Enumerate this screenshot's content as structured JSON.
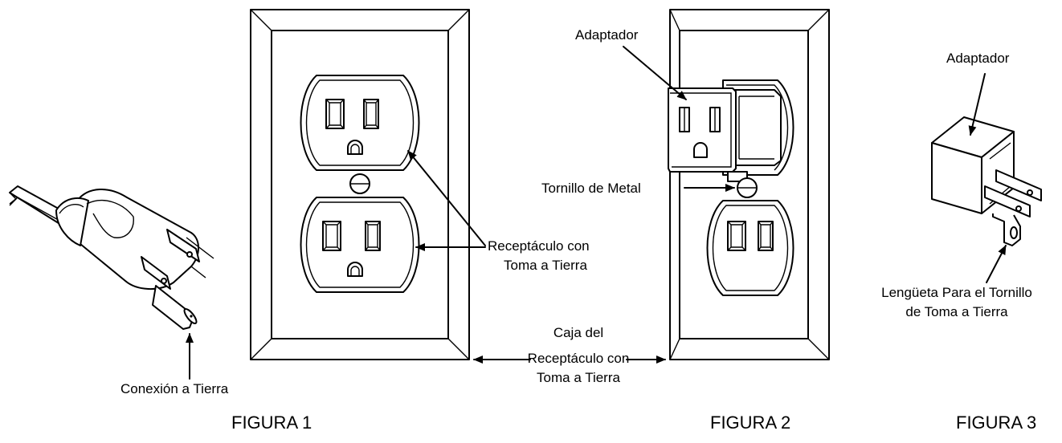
{
  "figures": {
    "fig1": {
      "caption": "FIGURA 1"
    },
    "fig2": {
      "caption": "FIGURA 2"
    },
    "fig3": {
      "caption": "FIGURA 3"
    }
  },
  "labels": {
    "ground_connection": "Conexión a Tierra",
    "grounded_receptacle_line1": "Receptáculo con",
    "grounded_receptacle_line2": "Toma a Tierra",
    "box_line1": "Caja del",
    "box_line2": "Receptáculo con",
    "box_line3": "Toma a Tierra",
    "adapter_fig2": "Adaptador",
    "metal_screw": "Tornillo de Metal",
    "adapter_fig3": "Adaptador",
    "tab_line1": "Lengüeta Para el Tornillo",
    "tab_line2": "de Toma a Tierra"
  }
}
